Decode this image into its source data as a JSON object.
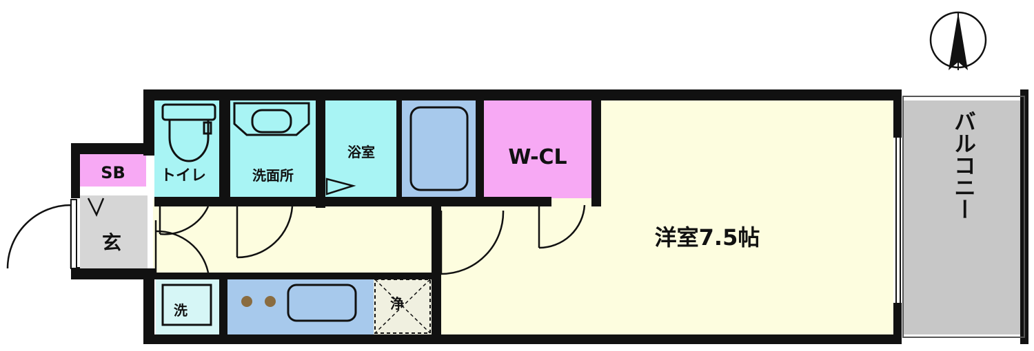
{
  "rooms": {
    "sb": "SB",
    "toilet": "トイレ",
    "washroom": "洗面所",
    "bath": "浴室",
    "wcl": "W-CL",
    "western": "洋室7.5帖",
    "balcony": "バルコニー",
    "entrance": "玄",
    "washer": "洗",
    "purifier": "浄"
  },
  "colors": {
    "wall": "#111111",
    "wet_area": "#a8f4f4",
    "fixture": "#a7c9ec",
    "storage": "#f7a9f4",
    "room_floor": "#fdfddf",
    "entrance": "#d6d6d6",
    "balcony": "#c7c7c7"
  }
}
